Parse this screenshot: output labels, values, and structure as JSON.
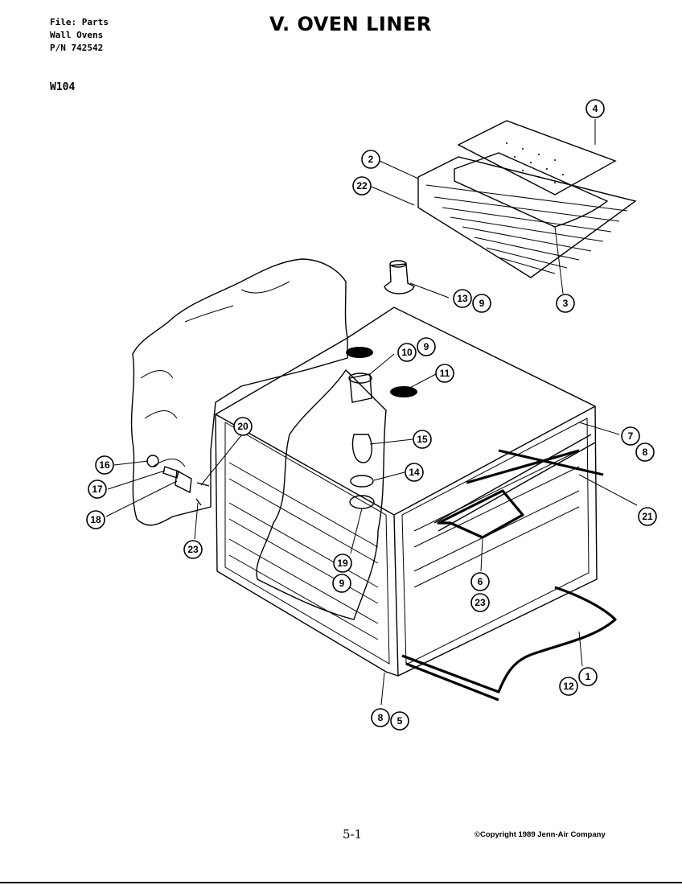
{
  "header": {
    "file_line": "File: Parts",
    "product_line": "Wall Ovens",
    "pn_line": "P/N 742542"
  },
  "model": "W104",
  "title": "V. OVEN LINER",
  "footer": {
    "page_number": "5-1",
    "copyright": "©Copyright 1989 Jenn-Air Company"
  },
  "callouts": [
    "1",
    "2",
    "3",
    "4",
    "5",
    "6",
    "7",
    "8",
    "9",
    "10",
    "11",
    "12",
    "13",
    "14",
    "15",
    "16",
    "17",
    "18",
    "19",
    "20",
    "21",
    "22",
    "23"
  ]
}
